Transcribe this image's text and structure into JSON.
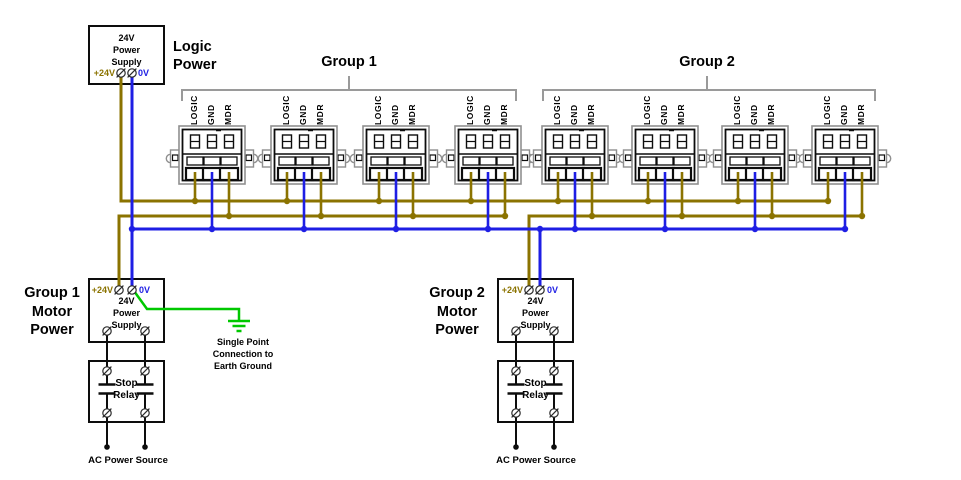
{
  "diagram": {
    "headers": {
      "logic_power_line1": "Logic",
      "logic_power_line2": "Power",
      "group1": "Group 1",
      "group2": "Group 2"
    },
    "logic_psu": {
      "line1": "24V",
      "line2": "Power",
      "line3": "Supply",
      "pos": "+24V",
      "neg": "0V"
    },
    "terminal_blocks": {
      "count": 8,
      "pins": [
        "LOGIC",
        "GND",
        "MDR"
      ]
    },
    "motor1": {
      "label1": "Group 1",
      "label2": "Motor",
      "label3": "Power"
    },
    "motor2": {
      "label1": "Group 2",
      "label2": "Motor",
      "label3": "Power"
    },
    "motor_psu": {
      "line1": "24V",
      "line2": "Power",
      "line3": "Supply",
      "pos": "+24V",
      "neg": "0V"
    },
    "relay": {
      "line1": "Stop",
      "line2": "Relay"
    },
    "ac_source_label": "AC Power Source",
    "earth_note": {
      "line1": "Single Point",
      "line2": "Connection to",
      "line3": "Earth Ground"
    }
  },
  "colors": {
    "wire_24v": "#8B7300",
    "wire_0v": "#1E1EE4",
    "wire_earth": "#00C800",
    "bracket_gray": "#9A9A9A",
    "line_black": "#0D0D0D"
  }
}
